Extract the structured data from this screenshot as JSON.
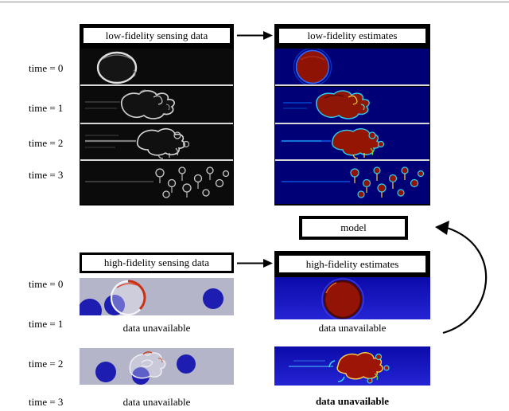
{
  "top": {
    "time_labels": [
      "time = 0",
      "time = 1",
      "time = 2",
      "time = 3"
    ],
    "left_title": "low-fidelity sensing data",
    "right_title": "low-fidelity estimates"
  },
  "model": {
    "label": "model"
  },
  "bottom": {
    "time_labels": [
      "time = 0",
      "time = 1",
      "time = 2",
      "time = 3"
    ],
    "left_title": "high-fidelity sensing data",
    "right_title": "high-fidelity estimates",
    "rows": [
      {
        "type": "image"
      },
      {
        "type": "text",
        "left_text": "data unavailable",
        "right_text": "data unavailable"
      },
      {
        "type": "image"
      },
      {
        "type": "text",
        "left_text": "data unavailable",
        "right_text": "data unavailable"
      }
    ]
  },
  "colors": {
    "panel_black": "#000000",
    "low_fidelity_estimate_bg": "#000076",
    "high_fidelity_estimate_bg_top": "#0b0baa",
    "high_fidelity_estimate_bg_bottom": "#2424d4",
    "high_fidelity_sensing_bg": "#b5b5c9",
    "blob_red": "#8e1305",
    "droplet_blue": "#1d1db2",
    "fringe_cyan": "#33ccee",
    "fringe_yellow": "#ffd24a",
    "grayscale_outline": "#d8d8d8",
    "arrow": "#000000"
  }
}
